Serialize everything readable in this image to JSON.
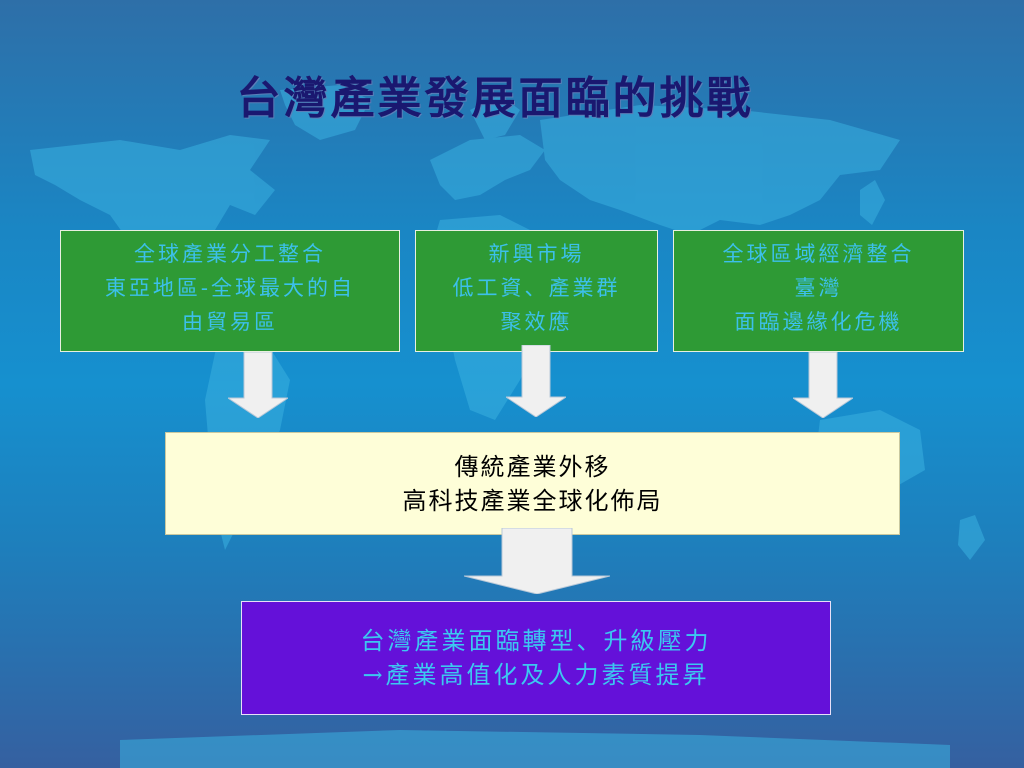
{
  "title": "台灣產業發展面臨的挑戰",
  "boxes": {
    "box1": {
      "lines": [
        "全球產業分工整合",
        "東亞地區-全球最大的自",
        "由貿易區"
      ]
    },
    "box2": {
      "lines": [
        "新興市場",
        "低工資、產業群",
        "聚效應"
      ]
    },
    "box3": {
      "lines": [
        "全球區域經濟整合",
        "臺灣",
        "面臨邊緣化危機"
      ]
    },
    "middle": {
      "lines": [
        "傳統產業外移",
        "高科技產業全球化佈局"
      ]
    },
    "bottom": {
      "lines": [
        "台灣產業面臨轉型、升級壓力",
        "→產業高值化及人力素質提昇"
      ]
    }
  },
  "colors": {
    "green_box": "#2e9a35",
    "green_text": "#3cc0ea",
    "yellow_box": "#fefed8",
    "purple_box": "#6411d9",
    "purple_text": "#3cc8f0",
    "title_text": "#1a1870",
    "arrow_fill": "#f0f0f0"
  },
  "icons": {
    "background": "world-map-icon",
    "arrows": "down-arrow-icon"
  }
}
